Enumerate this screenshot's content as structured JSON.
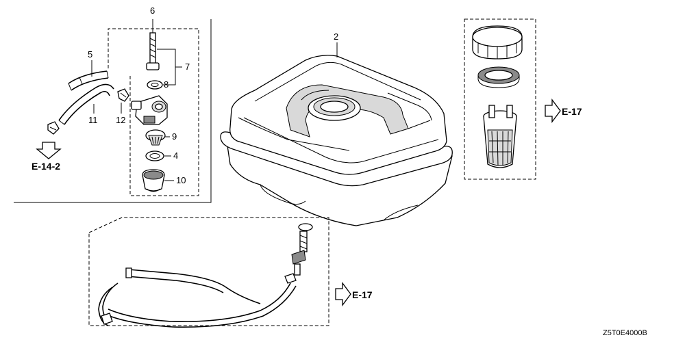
{
  "callouts": {
    "p2": "2",
    "p4": "4",
    "p5": "5",
    "p6": "6",
    "p7": "7",
    "p8": "8",
    "p9": "9",
    "p10": "10",
    "p11": "11",
    "p12": "12"
  },
  "references": {
    "e14_2": "E-14-2",
    "e17_top": "E-17",
    "e17_bottom": "E-17"
  },
  "diagram_code": "Z5T0E4000B",
  "colors": {
    "line": "#000000",
    "shade": "#d9d9d9",
    "dark_fill": "#8a8a8a",
    "background": "#ffffff"
  }
}
